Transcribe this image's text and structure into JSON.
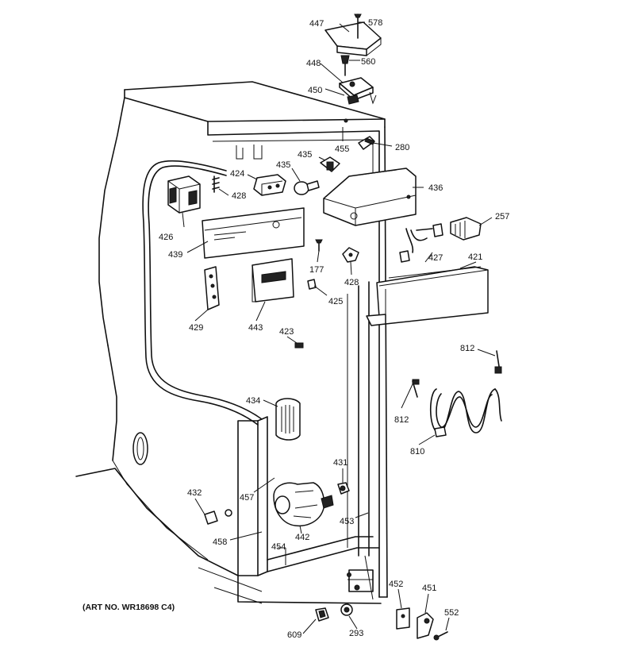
{
  "art_number": "(ART NO. WR18698 C4)",
  "labels": {
    "l447": "447",
    "l578": "578",
    "l448": "448",
    "l560": "560",
    "l450": "450",
    "l280": "280",
    "l455": "455",
    "l435a": "435",
    "l435b": "435",
    "l424": "424",
    "l428a": "428",
    "l436": "436",
    "l257": "257",
    "l426": "426",
    "l439": "439",
    "l177": "177",
    "l428b": "428",
    "l427": "427",
    "l421": "421",
    "l425": "425",
    "l429": "429",
    "l443": "443",
    "l423": "423",
    "l812a": "812",
    "l812b": "812",
    "l434": "434",
    "l810": "810",
    "l431": "431",
    "l432": "432",
    "l457": "457",
    "l453": "453",
    "l442": "442",
    "l458": "458",
    "l454": "454",
    "l452": "452",
    "l451": "451",
    "l552": "552",
    "l609": "609",
    "l293": "293"
  }
}
